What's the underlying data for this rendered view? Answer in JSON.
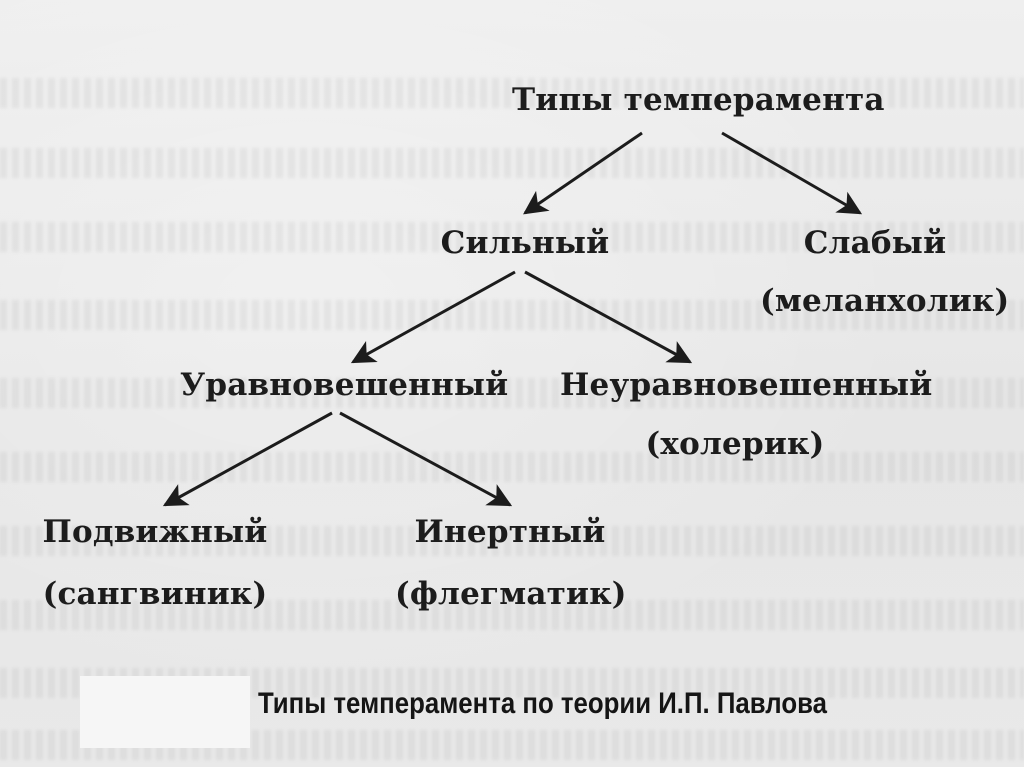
{
  "diagram": {
    "root": {
      "name": "Типы темперамента"
    },
    "strong": {
      "name": "Сильный"
    },
    "weak": {
      "name": "Слабый",
      "temperament": "(меланхолик)"
    },
    "balanced": {
      "name": "Уравновешенный"
    },
    "unbalanced": {
      "name": "Неуравновешенный",
      "temperament": "(холерик)"
    },
    "mobile": {
      "name": "Подвижный",
      "temperament": "(сангвиник)"
    },
    "inert": {
      "name": "Инертный",
      "temperament": "(флегматик)"
    },
    "caption": "Типы темперамента по теории И.П. Павлова"
  },
  "colors": {
    "background": "#ececec",
    "ink": "#1c1c1c"
  }
}
